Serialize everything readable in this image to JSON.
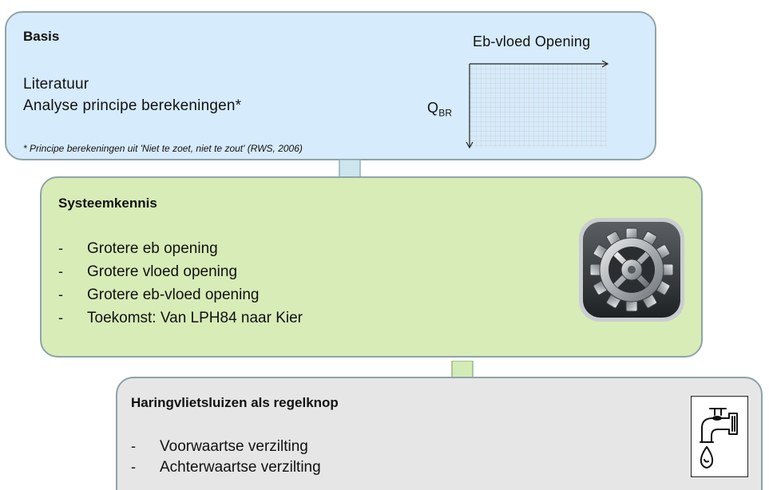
{
  "basis": {
    "title": "Basis",
    "line1": "Literatuur",
    "line2": "Analyse principe berekeningen*",
    "footnote": "* Principe berekeningen uit 'Niet te zoet, niet te zout' (RWS, 2006)",
    "graph": {
      "x_label": "Eb-vloed Opening",
      "y_label_main": "Q",
      "y_label_sub": "BR"
    }
  },
  "systeemkennis": {
    "title": "Systeemkennis",
    "items": [
      {
        "dash": "-",
        "label": "Grotere eb opening"
      },
      {
        "dash": "-",
        "label": "Grotere vloed opening"
      },
      {
        "dash": "-",
        "label": "Grotere eb-vloed opening"
      },
      {
        "dash": "-",
        "label": "Toekomst: Van LPH84 naar Kier"
      }
    ],
    "icon": "gear-icon"
  },
  "haringvliet": {
    "title": "Haringvlietsluizen als regelknop",
    "items": [
      {
        "dash": "-",
        "label": "Voorwaartse verzilting"
      },
      {
        "dash": "-",
        "label": "Achterwaartse verzilting"
      }
    ],
    "icon": "water-tap-icon"
  },
  "colors": {
    "basis_fill": "#d6ebfb",
    "systeemkennis_fill": "#d8ecb8",
    "haringvliet_fill": "#e6e6e6",
    "arrow_blue": "#cde6ee",
    "arrow_green": "#d3ebb6"
  }
}
